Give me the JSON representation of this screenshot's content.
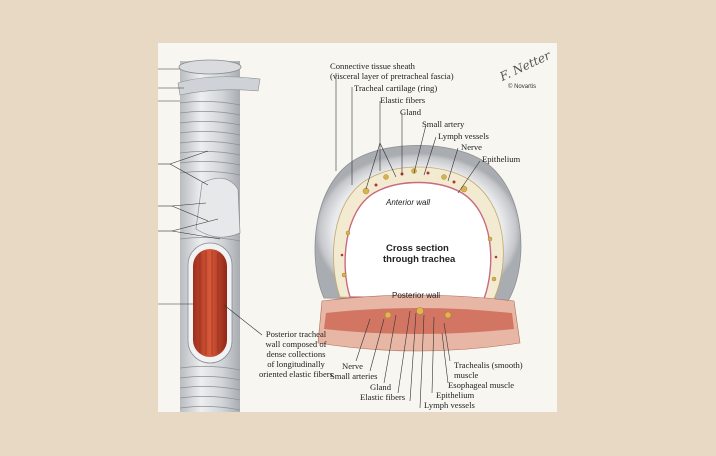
{
  "labels": {
    "connective_tissue_sheath": "Connective tissue sheath",
    "visceral_layer": "(visceral layer of pretracheal fascia)",
    "tracheal_cartilage": "Tracheal cartilage (ring)",
    "elastic_fibers_top": "Elastic fibers",
    "gland_top": "Gland",
    "small_artery": "Small artery",
    "lymph_vessels_top": "Lymph vessels",
    "nerve_top": "Nerve",
    "epithelium_top": "Epithelium",
    "anterior_wall": "Anterior wall",
    "cross_section_1": "Cross section",
    "cross_section_2": "through trachea",
    "posterior_wall": "Posterior wall",
    "nerve_bottom": "Nerve",
    "small_arteries": "Small arteries",
    "gland_bottom": "Gland",
    "elastic_fibers_bottom": "Elastic fibers",
    "trachealis_1": "Trachealis (smooth)",
    "trachealis_2": "muscle",
    "esophageal_muscle": "Esophageal muscle",
    "epithelium_bottom": "Epithelium",
    "lymph_vessels_bottom": "Lymph vessels",
    "posterior_tracheal_wall": [
      "Posterior tracheal",
      "wall composed of",
      "dense collections",
      "of longitudinally",
      "oriented elastic fibers"
    ]
  },
  "signature": "F. Netter",
  "copyright": "© Novartis",
  "colors": {
    "background": "#e8d9c4",
    "plate": "#f7f6f0",
    "cartilage": "#d4d5d8",
    "muscle": "#c84a2f",
    "epithelium": "#c96a7e"
  }
}
